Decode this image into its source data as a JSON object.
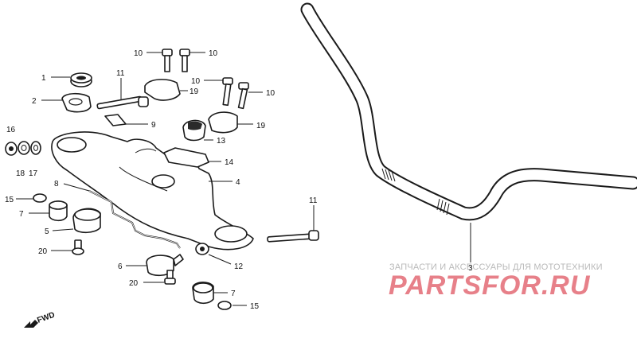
{
  "callouts": {
    "c10a": "10",
    "c10b": "10",
    "c10c": "10",
    "c10d": "10",
    "c1": "1",
    "c2": "2",
    "c11a": "11",
    "c19a": "19",
    "c9": "9",
    "c19b": "19",
    "c16": "16",
    "c13": "13",
    "c18": "18",
    "c17": "17",
    "c14": "14",
    "c4": "4",
    "c8": "8",
    "c15a": "15",
    "c7a": "7",
    "c11b": "11",
    "c5": "5",
    "c20a": "20",
    "c12": "12",
    "c6": "6",
    "c20b": "20",
    "c7b": "7",
    "c15b": "15",
    "c3": "3"
  },
  "watermark": {
    "tagline": "ЗАПЧАСТИ И АКСЕССУАРЫ ДЛЯ МОТОТЕХНИКИ",
    "brand": "PARTSFOR.RU"
  },
  "fwd_label": "FWD",
  "colors": {
    "line": "#1a1a1a",
    "watermark_text": "#b9b9b9",
    "brand": "#e36b75"
  }
}
